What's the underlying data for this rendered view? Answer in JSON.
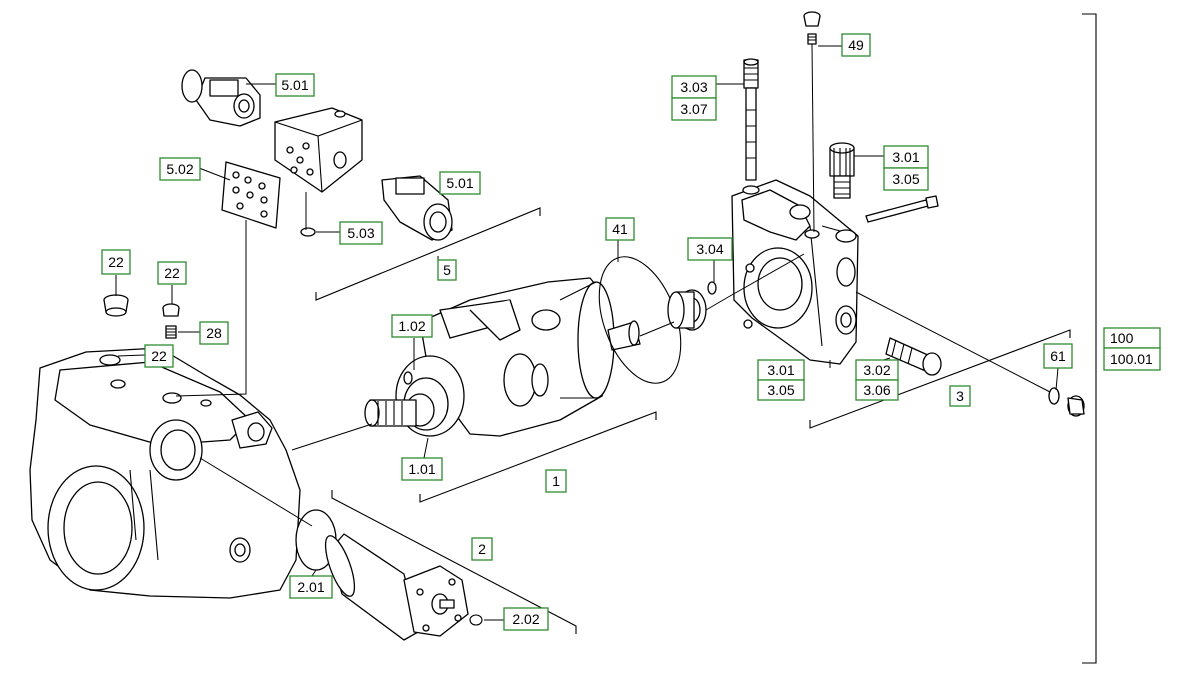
{
  "diagram": {
    "colors": {
      "callout_border": "#2e8b2e",
      "line": "#000000",
      "background": "#ffffff"
    },
    "callouts": [
      {
        "id": "c-5-01-a",
        "label": "5.01"
      },
      {
        "id": "c-5-01-b",
        "label": "5.01"
      },
      {
        "id": "c-5-02",
        "label": "5.02"
      },
      {
        "id": "c-5-03",
        "label": "5.03"
      },
      {
        "id": "c-5",
        "label": "5"
      },
      {
        "id": "c-22-a",
        "label": "22"
      },
      {
        "id": "c-22-b",
        "label": "22"
      },
      {
        "id": "c-22-c",
        "label": "22"
      },
      {
        "id": "c-28",
        "label": "28"
      },
      {
        "id": "c-1-02",
        "label": "1.02"
      },
      {
        "id": "c-1-01",
        "label": "1.01"
      },
      {
        "id": "c-1",
        "label": "1"
      },
      {
        "id": "c-41",
        "label": "41"
      },
      {
        "id": "c-2",
        "label": "2"
      },
      {
        "id": "c-2-01",
        "label": "2.01"
      },
      {
        "id": "c-2-02",
        "label": "2.02"
      },
      {
        "id": "c-3-03",
        "label": "3.03"
      },
      {
        "id": "c-3-07",
        "label": "3.07"
      },
      {
        "id": "c-49",
        "label": "49"
      },
      {
        "id": "c-3-01-a",
        "label": "3.01"
      },
      {
        "id": "c-3-05-a",
        "label": "3.05"
      },
      {
        "id": "c-3-04",
        "label": "3.04"
      },
      {
        "id": "c-3-01-b",
        "label": "3.01"
      },
      {
        "id": "c-3-05-b",
        "label": "3.05"
      },
      {
        "id": "c-3-02",
        "label": "3.02"
      },
      {
        "id": "c-3-06",
        "label": "3.06"
      },
      {
        "id": "c-3",
        "label": "3"
      },
      {
        "id": "c-61",
        "label": "61"
      },
      {
        "id": "c-100",
        "label": "100"
      },
      {
        "id": "c-100-01",
        "label": "100.01"
      }
    ]
  }
}
